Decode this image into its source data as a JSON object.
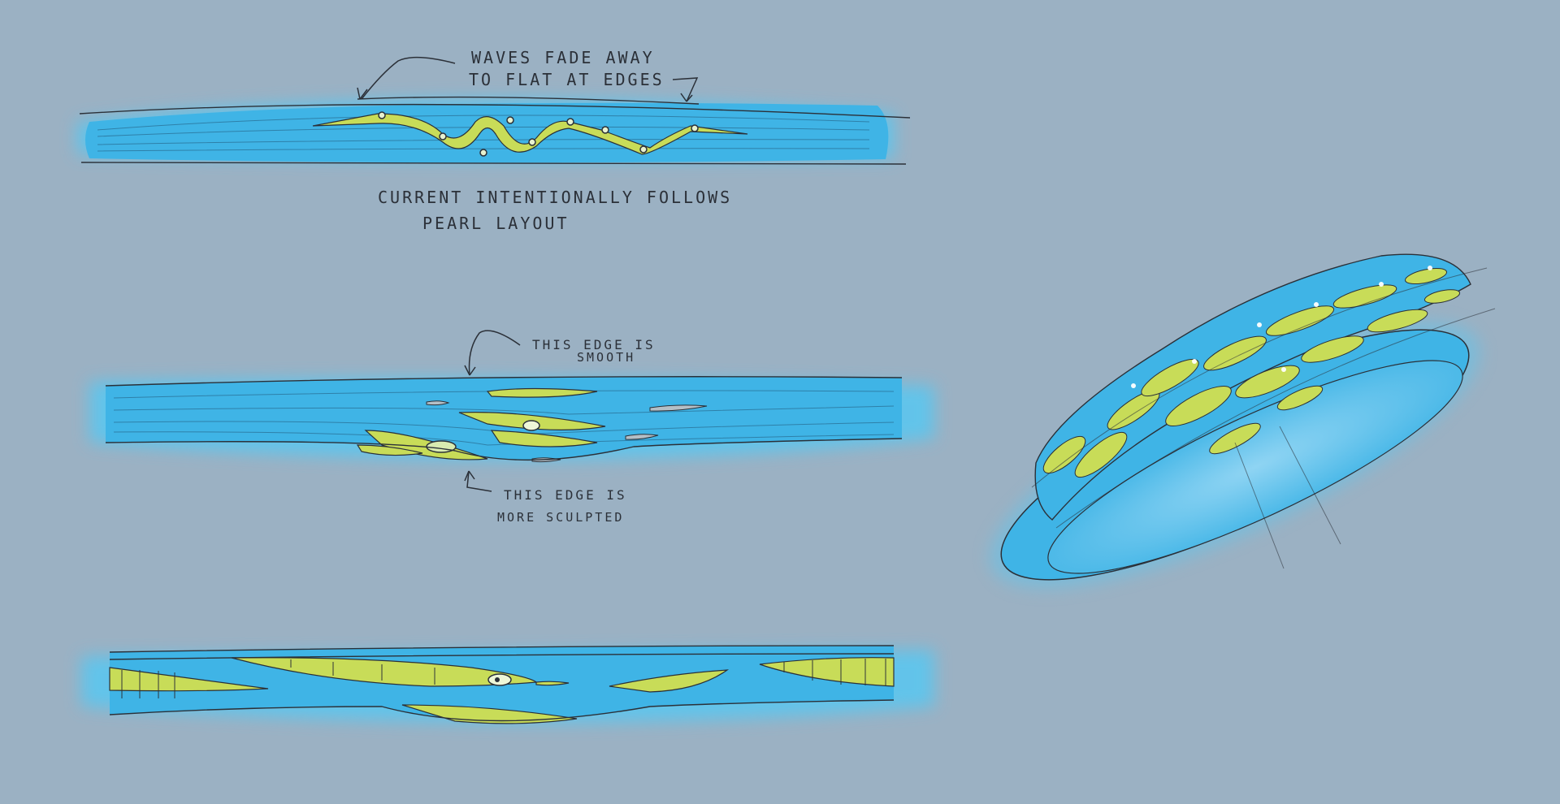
{
  "annotations": {
    "top_note_line1": "WAVES FADE AWAY",
    "top_note_line2": "TO FLAT AT EDGES",
    "caption_line1": "CURRENT INTENTIONALLY FOLLOWS",
    "caption_line2": "PEARL LAYOUT",
    "smooth_line1": "THIS EDGE IS",
    "smooth_line2": "SMOOTH",
    "sculpted_line1": "THIS EDGE IS",
    "sculpted_line2": "MORE SCULPTED"
  },
  "colors": {
    "background": "#9bb1c3",
    "band_blue": "#3fb4e6",
    "band_glow": "#5cc6ef",
    "accent_lime": "#c8dc58",
    "pencil": "#2b3038"
  }
}
